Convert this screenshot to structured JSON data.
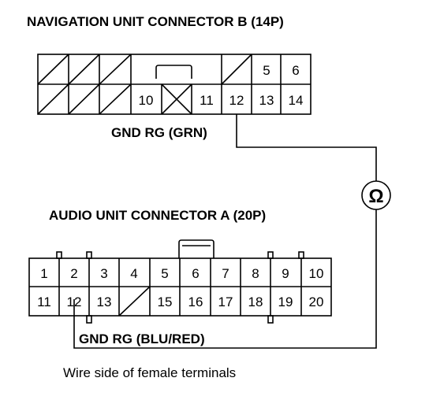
{
  "titles": {
    "nav_connector": "NAVIGATION UNIT CONNECTOR B (14P)",
    "audio_connector": "AUDIO UNIT CONNECTOR A (20P)"
  },
  "labels": {
    "nav_ground": "GND RG (GRN)",
    "audio_ground": "GND RG (BLU/RED)",
    "footer": "Wire side of female terminals"
  },
  "meter_symbol": "Ω",
  "nav_pins": {
    "top": [
      "5",
      "6"
    ],
    "bottom": [
      "10",
      "11",
      "12",
      "13",
      "14"
    ]
  },
  "audio_pins": {
    "top": [
      "1",
      "2",
      "3",
      "4",
      "5",
      "6",
      "7",
      "8",
      "9",
      "10"
    ],
    "bottom": [
      "11",
      "12",
      "13",
      "15",
      "16",
      "17",
      "18",
      "19",
      "20"
    ]
  }
}
